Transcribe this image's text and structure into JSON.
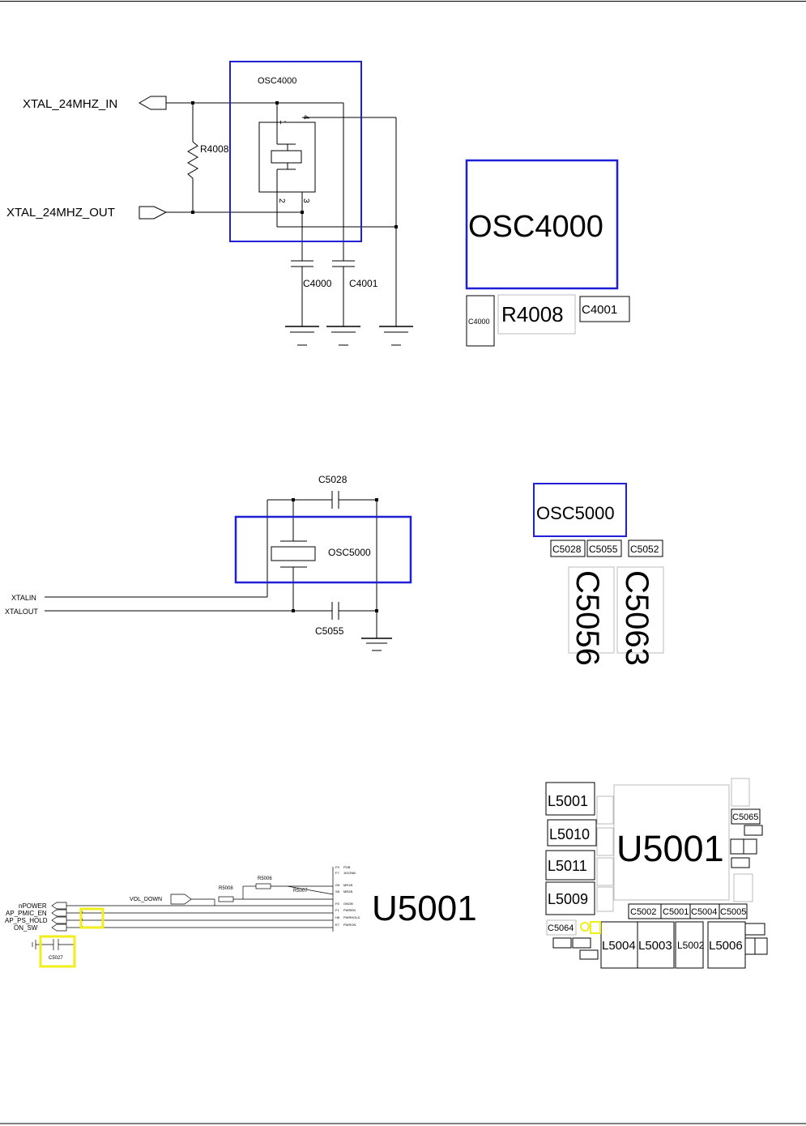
{
  "section1": {
    "net_in": "XTAL_24MHZ_IN",
    "net_out": "XTAL_24MHZ_OUT",
    "osc_ref": "OSC4000",
    "resistor": "R4008",
    "cap_a": "C4000",
    "cap_b": "C4001",
    "pin1": "1",
    "pin2": "2",
    "pin3": "3",
    "pin4": "4",
    "pcb": {
      "osc": "OSC4000",
      "cap_a": "C4000",
      "resistor": "R4008",
      "cap_b": "C4001"
    }
  },
  "section2": {
    "cap_top": "C5028",
    "cap_bottom": "C5055",
    "osc_ref": "OSC5000",
    "net_in": "XTALIN",
    "net_out": "XTALOUT",
    "pcb": {
      "osc": "OSC5000",
      "caps": [
        "C5028",
        "C5055",
        "C5052"
      ],
      "big_caps": [
        "C5056",
        "C5063"
      ]
    }
  },
  "section3": {
    "nets": [
      "nPOWER",
      "AP_PMIC_EN",
      "AP_PS_HOLD",
      "ON_SW"
    ],
    "vol_down": "VOL_DOWN",
    "resistors": [
      "R5008",
      "R5006",
      "R5007"
    ],
    "cap": "C5027",
    "chip": "U5001",
    "pcb": {
      "chip": "U5001",
      "inductors": [
        "L5001",
        "L5010",
        "L5011",
        "L5009",
        "L5004",
        "L5003",
        "L5002",
        "L5006"
      ],
      "caps_bottom": [
        "C5002",
        "C5001",
        "C5004",
        "C5005"
      ],
      "caps_right": [
        "C5065"
      ],
      "c5064": "C5064"
    }
  },
  "colors": {
    "highlight_blue": "#1f1fd6",
    "highlight_yellow": "#f2ee1c",
    "line": "#000000"
  }
}
